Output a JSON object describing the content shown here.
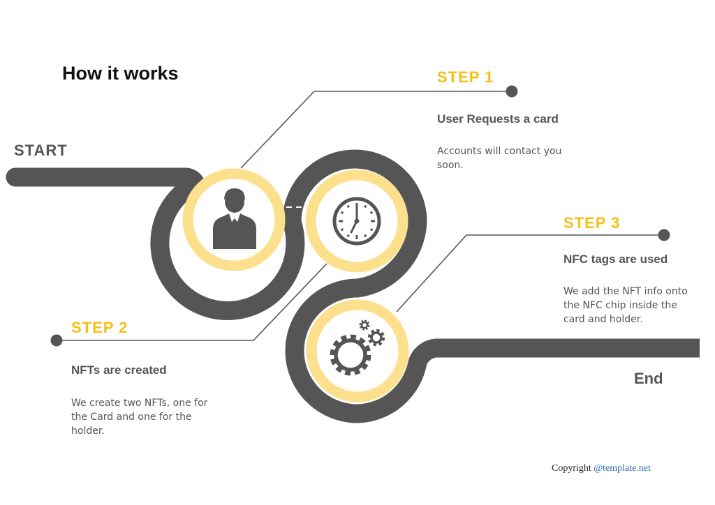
{
  "title": "How it works",
  "start_label": "START",
  "end_label": "End",
  "steps": [
    {
      "label": "STEP 1",
      "heading": "User Requests a card",
      "description": "Accounts will contact you soon.",
      "icon": "user-icon"
    },
    {
      "label": "STEP 2",
      "heading": "NFTs are created",
      "description": "We create two NFTs, one for the Card and one for the holder.",
      "icon": "gears-icon"
    },
    {
      "label": "STEP 3",
      "heading": "NFC tags are used",
      "description": "We add the NFT info onto the NFC chip inside the card and holder.",
      "icon": "clock-icon"
    }
  ],
  "copyright": {
    "prefix": "Copyright",
    "link": "@template.net"
  },
  "colors": {
    "track": "#555555",
    "ring": "#fde08e",
    "accent": "#f6bf16",
    "connector": "#555555"
  }
}
